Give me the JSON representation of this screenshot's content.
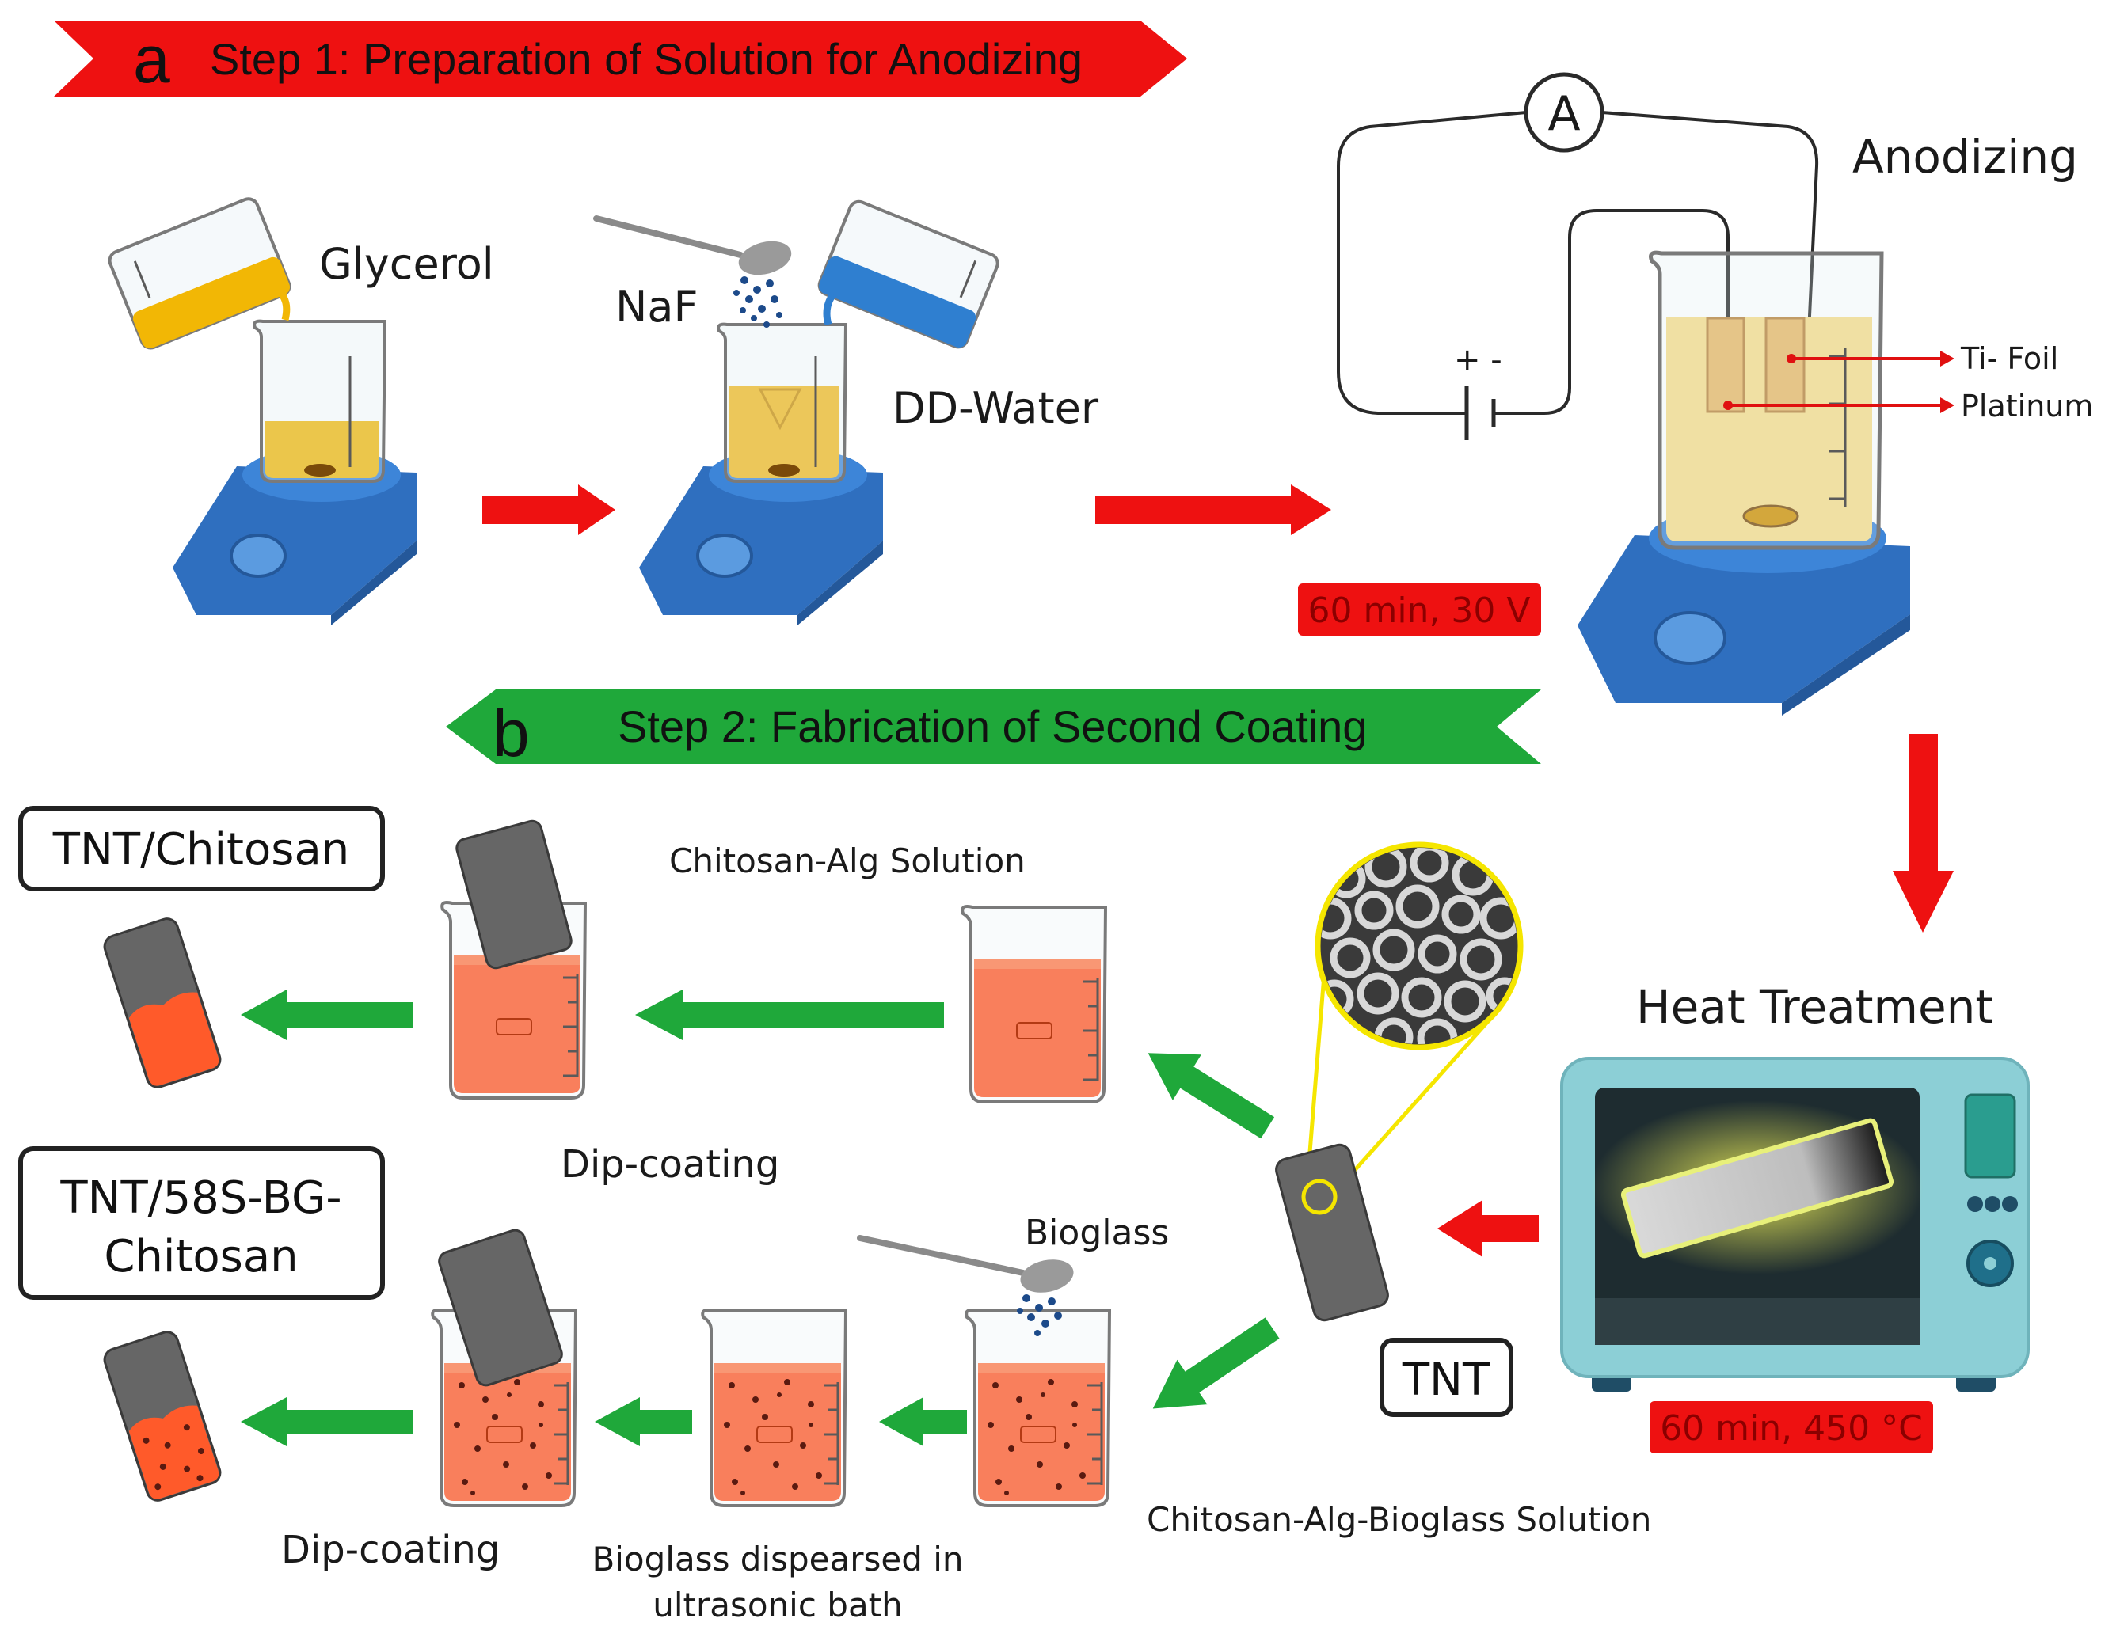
{
  "step1": {
    "letter": "a",
    "title": "Step 1: Preparation of Solution for Anodizing"
  },
  "step2": {
    "letter": "b",
    "title": "Step 2: Fabrication of Second Coating"
  },
  "labels": {
    "glycerol": "Glycerol",
    "naf": "NaF",
    "dd_water": "DD-Water",
    "anodizing": "Anodizing",
    "ammeter": "A",
    "polarity": "+ -",
    "ti_foil": "Ti- Foil",
    "platinum": "Platinum",
    "heat_treatment": "Heat Treatment",
    "chitosan_alg_solution": "Chitosan-Alg Solution",
    "dip_coating_top": "Dip-coating",
    "bioglass": "Bioglass",
    "chitosan_alg_bioglass_solution": "Chitosan-Alg-Bioglass Solution",
    "dip_coating_bottom": "Dip-coating",
    "bioglass_dispersed_line1": "Bioglass dispearsed in",
    "bioglass_dispersed_line2": "ultrasonic bath"
  },
  "conditions": {
    "anodizing": "60 min, 30 V",
    "heat_treatment": "60 min, 450 °C"
  },
  "products": {
    "tnt": "TNT",
    "tnt_chitosan": "TNT/Chitosan",
    "tnt_58s_line1": "TNT/58S-BG-",
    "tnt_58s_line2": "Chitosan"
  },
  "colors": {
    "step1_banner": "#ee1111",
    "step2_banner": "#1fa83a",
    "arrow_red": "#ee1111",
    "arrow_green": "#1fa83a",
    "condition_box": "#ee1111",
    "glycerol": "#f2b705",
    "dd_water": "#2f7fd0",
    "coating_solution": "#ff5a2a",
    "hot_plate": "#2f6fbf",
    "microwave": "#8ccfd6",
    "magnifier_ring": "#f5e600"
  }
}
